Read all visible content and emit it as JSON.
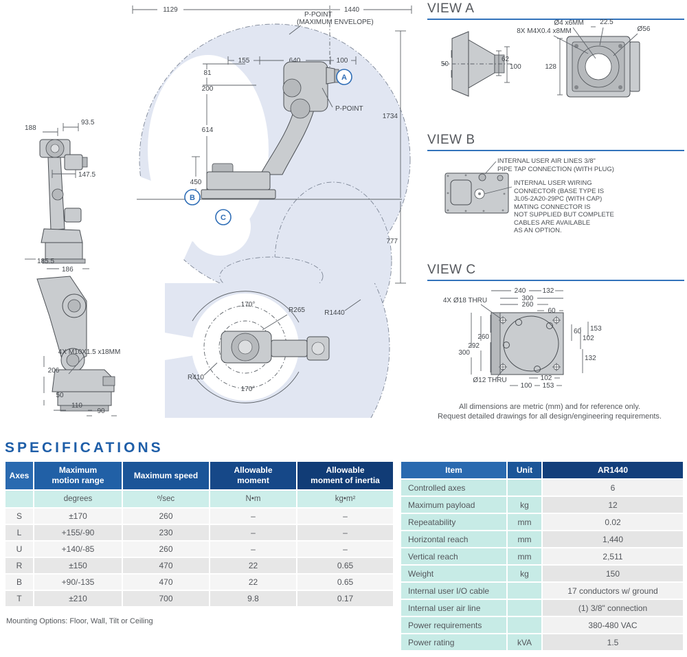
{
  "colors": {
    "accent_blue": "#2e6db6",
    "heading_blue": "#1e5ea8",
    "header_gradient_start": "#2a6ab0",
    "header_gradient_end": "#113c76",
    "teal_cell": "#cdeeea",
    "row_light": "#f5f5f5",
    "row_dark": "#e7e7e7",
    "envelope_fill": "#e1e6f2",
    "robot_fill": "#c9cccf"
  },
  "drawings": {
    "side_view": {
      "d188": "188",
      "d93_5": "93.5",
      "d147_5": "147.5",
      "d185_5": "185.5",
      "d186": "186"
    },
    "rear_view": {
      "bolt_label": "4X M10X1.5 x18MM",
      "d206": "206",
      "d50": "50",
      "d110": "110",
      "d90": "90"
    },
    "envelope": {
      "d1129": "1129",
      "d1440": "1440",
      "p_point_line1": "P-POINT",
      "p_point_line2": "(MAXIMUM ENVELOPE)",
      "d155": "155",
      "d640": "640",
      "d100": "100",
      "d81": "81",
      "d200": "200",
      "d614": "614",
      "d450": "450",
      "marker_a": "A",
      "marker_b": "B",
      "marker_c": "C",
      "p_point": "P-POINT",
      "d1734": "1734",
      "d777": "777"
    },
    "top_view": {
      "angle_top": "170°",
      "angle_bottom": "170°",
      "r265": "R265",
      "r410": "R410",
      "r1440": "R1440"
    }
  },
  "view_a": {
    "title": "VIEW A",
    "d50": "50",
    "d62": "62",
    "d100": "100",
    "d128": "128",
    "hole_label": "Ø4 x6MM",
    "screw_label": "8X M4X0.4 x8MM",
    "d22_5": "22.5",
    "d56": "Ø56"
  },
  "view_b": {
    "title": "VIEW B",
    "air_note": "INTERNAL USER AIR LINES  3/8\"\nPIPE TAP CONNECTION (WITH PLUG)",
    "wiring_note": "INTERNAL USER WIRING\nCONNECTOR (BASE TYPE IS\nJL05-2A20-29PC (WITH CAP)\nMATING CONNECTOR IS\nNOT SUPPLIED BUT COMPLETE\nCABLES ARE AVAILABLE\nAS AN OPTION."
  },
  "view_c": {
    "title": "VIEW C",
    "thru_label": "4X Ø18 THRU",
    "d240": "240",
    "d132_top": "132",
    "d300_top": "300",
    "d260_top": "260",
    "d60_top": "60",
    "d260_left": "260",
    "d292": "292",
    "d300_left": "300",
    "d153_right": "153",
    "d60_right": "60",
    "d102_right": "102",
    "d132_right": "132",
    "thru12_label": "Ø12 THRU",
    "d100_bottom": "100",
    "d102_bottom": "102",
    "d153_bottom": "153"
  },
  "notes": {
    "metric_line1": "All dimensions are metric (mm) and for reference only.",
    "metric_line2": "Request detailed drawings for all design/engineering requirements."
  },
  "spec": {
    "heading": "SPECIFICATIONS",
    "axes_table": {
      "headers": [
        "Axes",
        "Maximum\nmotion range",
        "Maximum speed",
        "Allowable\nmoment",
        "Allowable\nmoment of inertia"
      ],
      "units": [
        "",
        "degrees",
        "º/sec",
        "N•m",
        "kg•m²"
      ],
      "rows": [
        [
          "S",
          "±170",
          "260",
          "–",
          "–"
        ],
        [
          "L",
          "+155/-90",
          "230",
          "–",
          "–"
        ],
        [
          "U",
          "+140/-85",
          "260",
          "–",
          "–"
        ],
        [
          "R",
          "±150",
          "470",
          "22",
          "0.65"
        ],
        [
          "B",
          "+90/-135",
          "470",
          "22",
          "0.65"
        ],
        [
          "T",
          "±210",
          "700",
          "9.8",
          "0.17"
        ]
      ],
      "footnote": "Mounting Options: Floor, Wall, Tilt or Ceiling"
    },
    "item_table": {
      "headers": [
        "Item",
        "Unit",
        "AR1440"
      ],
      "rows": [
        [
          "Controlled axes",
          "",
          "6"
        ],
        [
          "Maximum payload",
          "kg",
          "12"
        ],
        [
          "Repeatability",
          "mm",
          "0.02"
        ],
        [
          "Horizontal reach",
          "mm",
          "1,440"
        ],
        [
          "Vertical reach",
          "mm",
          "2,511"
        ],
        [
          "Weight",
          "kg",
          "150"
        ],
        [
          "Internal user I/O cable",
          "",
          "17 conductors w/ ground"
        ],
        [
          "Internal user air line",
          "",
          "(1) 3/8\" connection"
        ],
        [
          "Power requirements",
          "",
          "380-480 VAC"
        ],
        [
          "Power rating",
          "kVA",
          "1.5"
        ]
      ]
    }
  }
}
